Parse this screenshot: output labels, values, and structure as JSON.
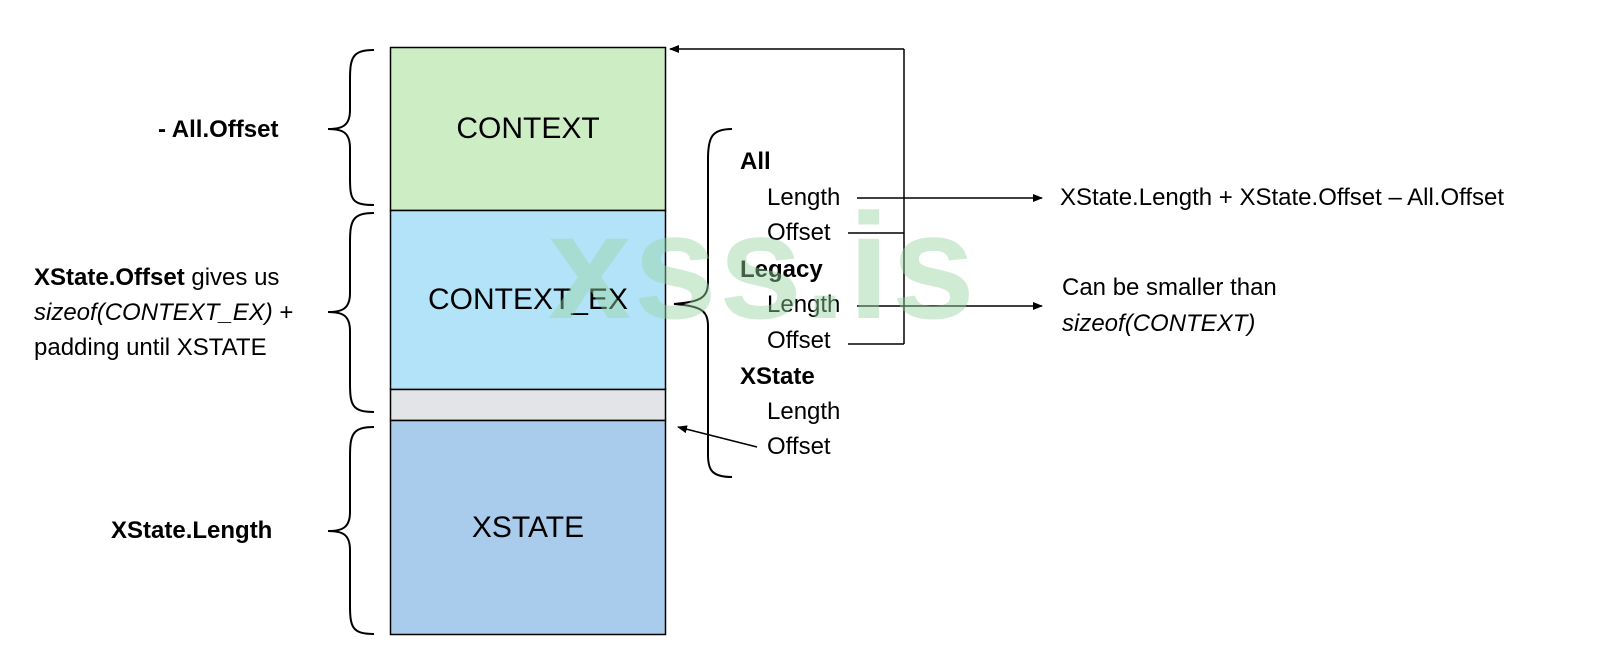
{
  "colors": {
    "context": "#cdeec5",
    "context_ex": "#b3e3f9",
    "padding": "#e2e4e7",
    "xstate": "#a9cbec",
    "watermark": "#96d2a0"
  },
  "boxes": {
    "context": "CONTEXT",
    "context_ex": "CONTEXT_EX",
    "xstate": "XSTATE"
  },
  "left_labels": {
    "all_offset": "- All.Offset",
    "xstate_offset_bold": "XState.Offset",
    "xstate_offset_rest": " gives us",
    "sizeof_context_ex": "sizeof(CONTEXT_EX)",
    "plus": " +",
    "padding_until": "padding until XSTATE",
    "xstate_length": "XState.Length"
  },
  "struct_fields": {
    "all": "All",
    "all_length": "Length",
    "all_offset": "Offset",
    "legacy": "Legacy",
    "legacy_length": "Length",
    "legacy_offset": "Offset",
    "xstate": "XState",
    "xstate_length": "Length",
    "xstate_offset": "Offset"
  },
  "annotations": {
    "all_length_formula": "XState.Length + XState.Offset – All.Offset",
    "legacy_note_line1": "Can be smaller than",
    "legacy_note_line2": "sizeof(CONTEXT)"
  },
  "watermark": "xss.is"
}
